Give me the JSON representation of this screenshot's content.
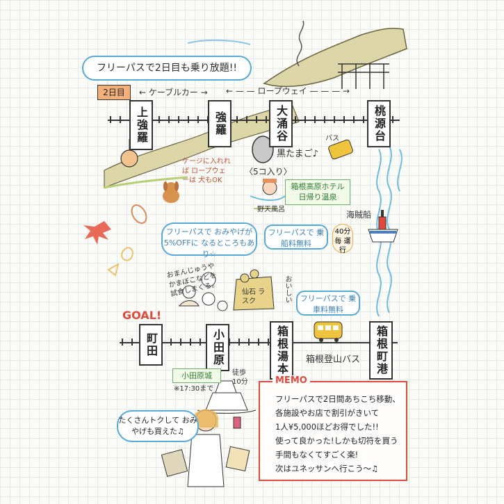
{
  "header": {
    "free_pass_bubble": "フリーパスで2日目も乗り放題!!",
    "day_badge": "2日目"
  },
  "top_route": {
    "cable_car": "ケーブルカー",
    "ropeway": "ロープウェイ",
    "stations": [
      "上強羅",
      "強羅",
      "大涌谷",
      "桃源台"
    ]
  },
  "notes": {
    "black_egg": "黒たまご♪",
    "egg_count": "〈5コ入り〉",
    "bus_small": "バス",
    "dog_note": "ケージに入れれば ロープウェーは 犬もOK",
    "onsen_label": "箱根高原ホテル 日帰り温泉",
    "outdoor_bath": "野天風呂",
    "pirate_ship": "海賊船",
    "ship_interval": "40分毎 運行",
    "ship_bubble": "フリーパスで 乗船料無料",
    "souvenir_bubble": "フリーパスで おみやげが5%OFFに なるところもあり☆",
    "manju_note": "おまんじゅうや かまぼこなどを 試食しまくる。",
    "rusk_label": "仙石 ラスク",
    "delicious": "おいしい",
    "bus_bubble": "フリーパスで 乗車料無料",
    "goal": "GOAL!",
    "walk_note": "徒歩 10分",
    "castle_label": "小田原城",
    "castle_hours": "※17:30まで",
    "bus_line": "箱根登山バス",
    "shopping_bubble": "たくさんトクして おみやげも買えた♫"
  },
  "bottom_route": {
    "stations": [
      "町田",
      "小田原",
      "箱根湯本",
      "箱根町港"
    ]
  },
  "memo": {
    "title": "MEMO",
    "lines": [
      "フリーパスで2日間あちこち移動、",
      "各施設やお店で割引がきいて",
      "1人¥5,000ほどお得でした!!",
      "使って良かった!しかも切符を買う",
      "手間もなくてすごく楽!",
      "次はユネッサンへ行こう〜♫"
    ]
  },
  "colors": {
    "accent_blue": "#58a8d8",
    "memo_red": "#e04a3c",
    "green": "#6ab36a",
    "mountain": "#cbbf86"
  }
}
